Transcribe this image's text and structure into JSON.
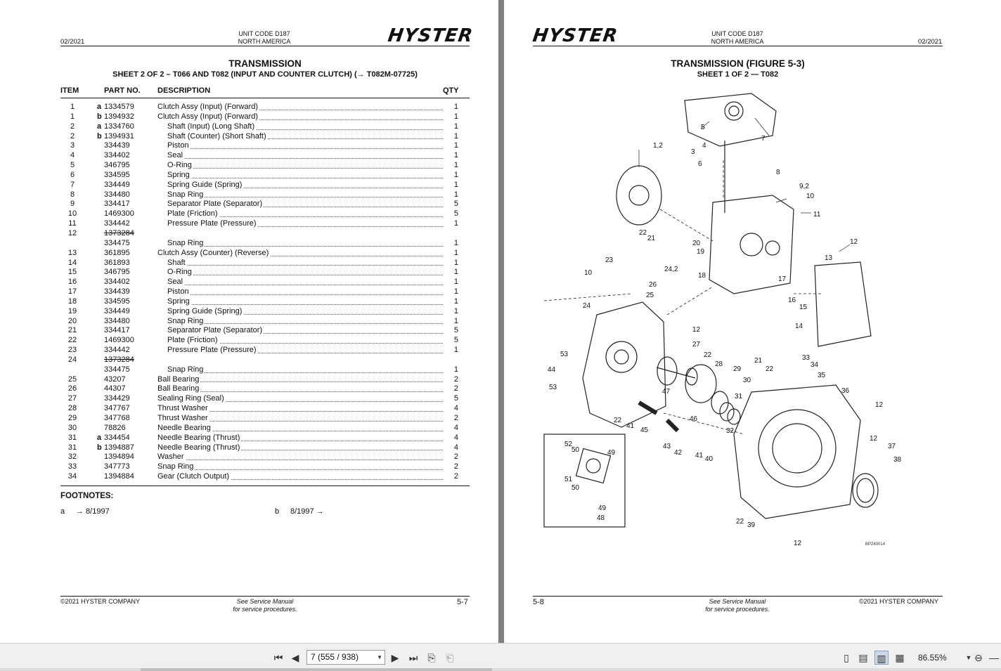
{
  "left_page": {
    "date": "02/2021",
    "unit_code": "UNIT CODE D187",
    "region": "NORTH AMERICA",
    "logo": "HYSTER",
    "title": "TRANSMISSION",
    "subtitle": "SHEET 2 OF 2 – T066 AND T082 (INPUT AND COUNTER CLUTCH)  (→ T082M-07725)",
    "columns": {
      "item": "ITEM",
      "part": "PART NO.",
      "desc": "DESCRIPTION",
      "qty": "QTY"
    },
    "parts": [
      {
        "item": "1",
        "pre": "a",
        "part": "1334579",
        "desc": "Clutch Assy (Input) (Forward)",
        "indent": false,
        "qty": "1"
      },
      {
        "item": "1",
        "pre": "b",
        "part": "1394932",
        "desc": "Clutch Assy (Input) (Forward)",
        "indent": false,
        "qty": "1"
      },
      {
        "item": "2",
        "pre": "a",
        "part": "1334760",
        "desc": "Shaft (Input) (Long Shaft)",
        "indent": true,
        "qty": "1"
      },
      {
        "item": "2",
        "pre": "b",
        "part": "1394931",
        "desc": "Shaft (Counter) (Short Shaft)",
        "indent": true,
        "qty": "1"
      },
      {
        "item": "3",
        "pre": "",
        "part": "334439",
        "desc": "Piston",
        "indent": true,
        "qty": "1"
      },
      {
        "item": "4",
        "pre": "",
        "part": "334402",
        "desc": "Seal",
        "indent": true,
        "qty": "1"
      },
      {
        "item": "5",
        "pre": "",
        "part": "346795",
        "desc": "O-Ring",
        "indent": true,
        "qty": "1"
      },
      {
        "item": "6",
        "pre": "",
        "part": "334595",
        "desc": "Spring",
        "indent": true,
        "qty": "1"
      },
      {
        "item": "7",
        "pre": "",
        "part": "334449",
        "desc": "Spring Guide (Spring)",
        "indent": true,
        "qty": "1"
      },
      {
        "item": "8",
        "pre": "",
        "part": "334480",
        "desc": "Snap Ring",
        "indent": true,
        "qty": "1"
      },
      {
        "item": "9",
        "pre": "",
        "part": "334417",
        "desc": "Separator Plate (Separator)",
        "indent": true,
        "qty": "5"
      },
      {
        "item": "10",
        "pre": "",
        "part": "1469300",
        "desc": "Plate (Friction)",
        "indent": true,
        "qty": "5"
      },
      {
        "item": "11",
        "pre": "",
        "part": "334442",
        "desc": "Pressure Plate (Pressure)",
        "indent": true,
        "qty": "1"
      },
      {
        "item": "12",
        "pre": "",
        "part": "1373284",
        "strike": true,
        "desc": "",
        "indent": true,
        "qty": ""
      },
      {
        "item": "",
        "pre": "",
        "part": "334475",
        "desc": "Snap Ring",
        "indent": true,
        "qty": "1"
      },
      {
        "item": "13",
        "pre": "",
        "part": "361895",
        "desc": "Clutch Assy (Counter) (Reverse)",
        "indent": false,
        "qty": "1"
      },
      {
        "item": "14",
        "pre": "",
        "part": "361893",
        "desc": "Shaft",
        "indent": true,
        "qty": "1"
      },
      {
        "item": "15",
        "pre": "",
        "part": "346795",
        "desc": "O-Ring",
        "indent": true,
        "qty": "1"
      },
      {
        "item": "16",
        "pre": "",
        "part": "334402",
        "desc": "Seal",
        "indent": true,
        "qty": "1"
      },
      {
        "item": "17",
        "pre": "",
        "part": "334439",
        "desc": "Piston",
        "indent": true,
        "qty": "1"
      },
      {
        "item": "18",
        "pre": "",
        "part": "334595",
        "desc": "Spring",
        "indent": true,
        "qty": "1"
      },
      {
        "item": "19",
        "pre": "",
        "part": "334449",
        "desc": "Spring Guide (Spring)",
        "indent": true,
        "qty": "1"
      },
      {
        "item": "20",
        "pre": "",
        "part": "334480",
        "desc": "Snap Ring",
        "indent": true,
        "qty": "1"
      },
      {
        "item": "21",
        "pre": "",
        "part": "334417",
        "desc": "Separator Plate (Separator)",
        "indent": true,
        "qty": "5"
      },
      {
        "item": "22",
        "pre": "",
        "part": "1469300",
        "desc": "Plate (Friction)",
        "indent": true,
        "qty": "5"
      },
      {
        "item": "23",
        "pre": "",
        "part": "334442",
        "desc": "Pressure Plate (Pressure)",
        "indent": true,
        "qty": "1"
      },
      {
        "item": "24",
        "pre": "",
        "part": "1373284",
        "strike": true,
        "desc": "",
        "indent": true,
        "qty": ""
      },
      {
        "item": "",
        "pre": "",
        "part": "334475",
        "desc": "Snap Ring",
        "indent": true,
        "qty": "1"
      },
      {
        "item": "25",
        "pre": "",
        "part": "43207",
        "desc": "Ball Bearing",
        "indent": false,
        "qty": "2"
      },
      {
        "item": "26",
        "pre": "",
        "part": "44307",
        "desc": "Ball Bearing",
        "indent": false,
        "qty": "2"
      },
      {
        "item": "27",
        "pre": "",
        "part": "334429",
        "desc": "Sealing Ring (Seal)",
        "indent": false,
        "qty": "5"
      },
      {
        "item": "28",
        "pre": "",
        "part": "347767",
        "desc": "Thrust Washer",
        "indent": false,
        "qty": "4"
      },
      {
        "item": "29",
        "pre": "",
        "part": "347768",
        "desc": "Thrust Washer",
        "indent": false,
        "qty": "2"
      },
      {
        "item": "30",
        "pre": "",
        "part": "78826",
        "desc": "Needle Bearing",
        "indent": false,
        "qty": "4"
      },
      {
        "item": "31",
        "pre": "a",
        "part": "334454",
        "desc": "Needle Bearing (Thrust)",
        "indent": false,
        "qty": "4"
      },
      {
        "item": "31",
        "pre": "b",
        "part": "1394887",
        "desc": "Needle Bearing (Thrust)",
        "indent": false,
        "qty": "4"
      },
      {
        "item": "32",
        "pre": "",
        "part": "1394894",
        "desc": "Washer",
        "indent": false,
        "qty": "2"
      },
      {
        "item": "33",
        "pre": "",
        "part": "347773",
        "desc": "Snap Ring",
        "indent": false,
        "qty": "2"
      },
      {
        "item": "34",
        "pre": "",
        "part": "1394884",
        "desc": "Gear (Clutch Output)",
        "indent": false,
        "qty": "2"
      }
    ],
    "footnotes_title": "FOOTNOTES:",
    "footnotes": [
      {
        "key": "a",
        "text": "→ 8/1997"
      },
      {
        "key": "b",
        "text": "8/1997 →"
      }
    ],
    "copyright": "©2021 HYSTER COMPANY",
    "service_line1": "See Service Manual",
    "service_line2": "for service procedures.",
    "page_number": "5-7"
  },
  "right_page": {
    "logo": "HYSTER",
    "unit_code": "UNIT CODE D187",
    "region": "NORTH AMERICA",
    "date": "02/2021",
    "title": "TRANSMISSION (FIGURE 5-3)",
    "subtitle": "SHEET 1 OF 2 — T082",
    "figure_code": "BP240014",
    "callouts": [
      "5",
      "7",
      "1,2",
      "3",
      "4",
      "6",
      "8",
      "9,2",
      "10",
      "11",
      "22",
      "21",
      "20",
      "19",
      "12",
      "13",
      "18",
      "17",
      "16",
      "15",
      "14",
      "23",
      "10",
      "24,2",
      "26",
      "25",
      "24",
      "12",
      "27",
      "22",
      "28",
      "29",
      "30",
      "31",
      "32",
      "53",
      "44",
      "53",
      "47",
      "46",
      "21",
      "22",
      "33",
      "34",
      "35",
      "36",
      "12",
      "12",
      "22",
      "41",
      "45",
      "43",
      "42",
      "41",
      "40",
      "37",
      "38",
      "52",
      "50",
      "49",
      "51",
      "50",
      "49",
      "48",
      "22",
      "39",
      "12"
    ],
    "page_number": "5-8",
    "service_line1": "See Service Manual",
    "service_line2": "for service procedures.",
    "copyright": "©2021 HYSTER COMPANY"
  },
  "toolbar": {
    "page_field": "7 (555 / 938)",
    "zoom": "86.55%"
  }
}
